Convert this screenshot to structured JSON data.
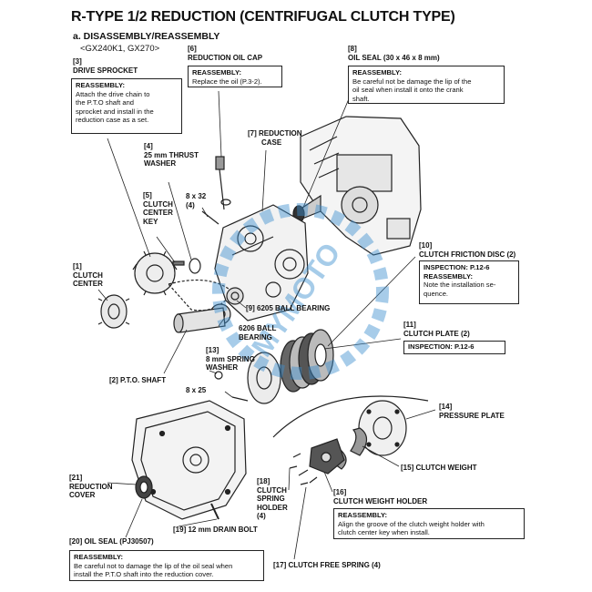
{
  "header": {
    "title": "R-TYPE 1/2 REDUCTION (CENTRIFUGAL CLUTCH TYPE)",
    "section": "a. DISASSEMBLY/REASSEMBLY",
    "models": "<GX240K1, GX270>"
  },
  "labels": {
    "p3_num": "[3]",
    "p3_name": "DRIVE SPROCKET",
    "p6_num": "[6]",
    "p6_name": "REDUCTION OIL CAP",
    "p8_num": "[8]",
    "p8_name": "OIL SEAL (30 x 46 x 8 mm)",
    "p4_num": "[4]",
    "p4_name1": "25 mm THRUST",
    "p4_name2": "WASHER",
    "p7_num": "[7] REDUCTION",
    "p7_name": "CASE",
    "bolt_8x32_a": "8 x 32",
    "bolt_8x32_b": "(4)",
    "p5_num": "[5]",
    "p5_name1": "CLUTCH",
    "p5_name2": "CENTER",
    "p5_name3": "KEY",
    "p10": "[10]",
    "p10_name": "CLUTCH FRICTION DISC (2)",
    "p1_num": "[1]",
    "p1_name1": "CLUTCH",
    "p1_name2": "CENTER",
    "p9": "[9] 6205 BALL BEARING",
    "p6206_a": "6206 BALL",
    "p6206_b": "BEARING",
    "p11_num": "[11]",
    "p11_name": "CLUTCH PLATE (2)",
    "p13_num": "[13]",
    "p13_name1": "8 mm SPRING",
    "p13_name2": "WASHER",
    "p2": "[2] P.T.O. SHAFT",
    "bolt_8x25": "8 x 25",
    "p14_num": "[14]",
    "p14_name": "PRESSURE PLATE",
    "p15": "[15] CLUTCH WEIGHT",
    "p21_num": "[21]",
    "p21_name1": "REDUCTION",
    "p21_name2": "COVER",
    "p18_num": "[18]",
    "p18_name1": "CLUTCH",
    "p18_name2": "SPRING",
    "p18_name3": "HOLDER",
    "p18_name4": "(4)",
    "p16_num": "[16]",
    "p16_name": "CLUTCH WEIGHT HOLDER",
    "p19": "[19] 12 mm DRAIN BOLT",
    "p20": "[20] OIL SEAL (PJ30507)",
    "p17": "[17] CLUTCH FREE SPRING (4)"
  },
  "notes": {
    "n3": {
      "heading": "REASSEMBLY:",
      "l1": "Attach the drive chain to",
      "l2": "the P.T.O shaft and",
      "l3": "sprocket and install in the",
      "l4": "reduction case as a set."
    },
    "n6": {
      "heading": "REASSEMBLY:",
      "l1": "Replace the oil (P.3-2)."
    },
    "n8": {
      "heading": "REASSEMBLY:",
      "l1": "Be careful not be damage the lip of the",
      "l2": "oil seal when install it onto the crank",
      "l3": "shaft."
    },
    "n10": {
      "heading1": "INSPECTION: P.12-6",
      "heading2": "REASSEMBLY:",
      "l1": "Note the installation se-",
      "l2": "quence."
    },
    "n11": {
      "heading": "INSPECTION: P.12-6"
    },
    "n16": {
      "heading": "REASSEMBLY:",
      "l1": "Align the groove of the clutch weight holder with",
      "l2": "clutch center key when install."
    },
    "n20": {
      "heading": "REASSEMBLY:",
      "l1": "Be careful not to damage the lip of the oil seal when",
      "l2": "install the P.T.O shaft into the reduction cover."
    }
  },
  "watermark": {
    "text": "MYMOTO",
    "color": "#3b8fcf"
  }
}
